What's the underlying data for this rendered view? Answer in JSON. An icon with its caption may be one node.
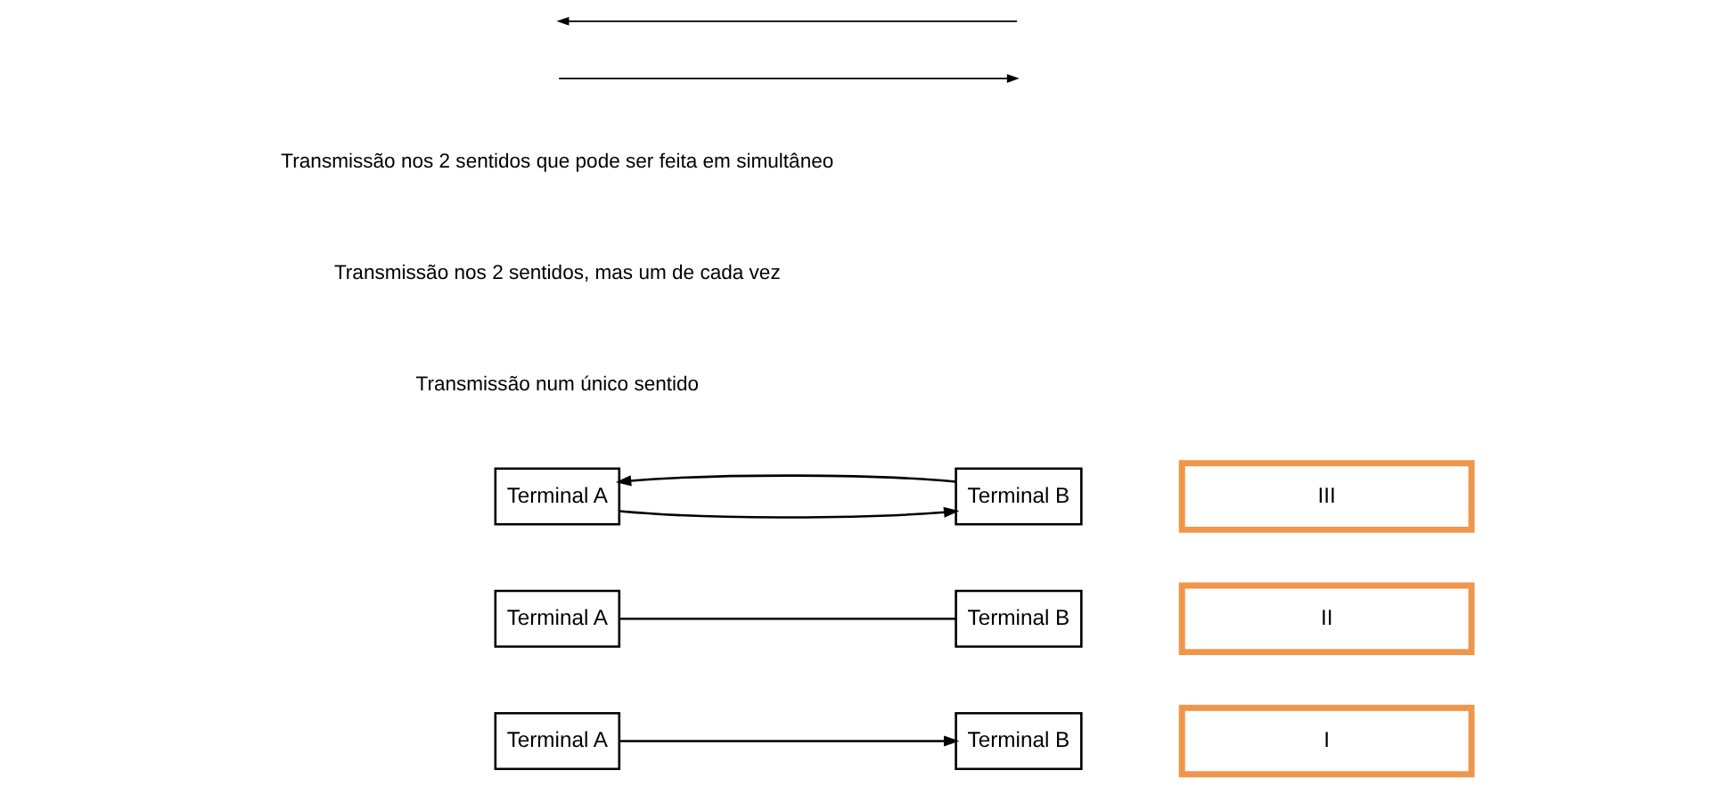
{
  "diagram": {
    "nodes": [
      {
        "text": [
          "Terminal A"
        ]
      },
      {
        "text": [
          "Terminal B"
        ]
      },
      {
        "text": [
          "Terminal A"
        ]
      },
      {
        "text": [
          "Terminal B"
        ]
      },
      {
        "text": [
          "Terminal A"
        ]
      },
      {
        "text": [
          "Terminal B"
        ]
      },
      {
        "text": [
          "I"
        ]
      },
      {
        "text": [
          "II"
        ]
      },
      {
        "text": [
          "III"
        ]
      }
    ],
    "edges": [
      {
        "from": 0,
        "to": 1,
        "arrow": "to"
      },
      {
        "from": 2,
        "to": 3,
        "arrow": "none"
      },
      {
        "from": 4,
        "to": 5,
        "arrow": "to"
      },
      {
        "from": 5,
        "to": 4,
        "arrow": "to"
      }
    ],
    "labels": [
      "Transmissão num único sentido",
      "Transmissão nos 2 sentidos, mas um de cada vez",
      "Transmissão nos 2 sentidos que pode ser feita em simultâneo"
    ]
  }
}
